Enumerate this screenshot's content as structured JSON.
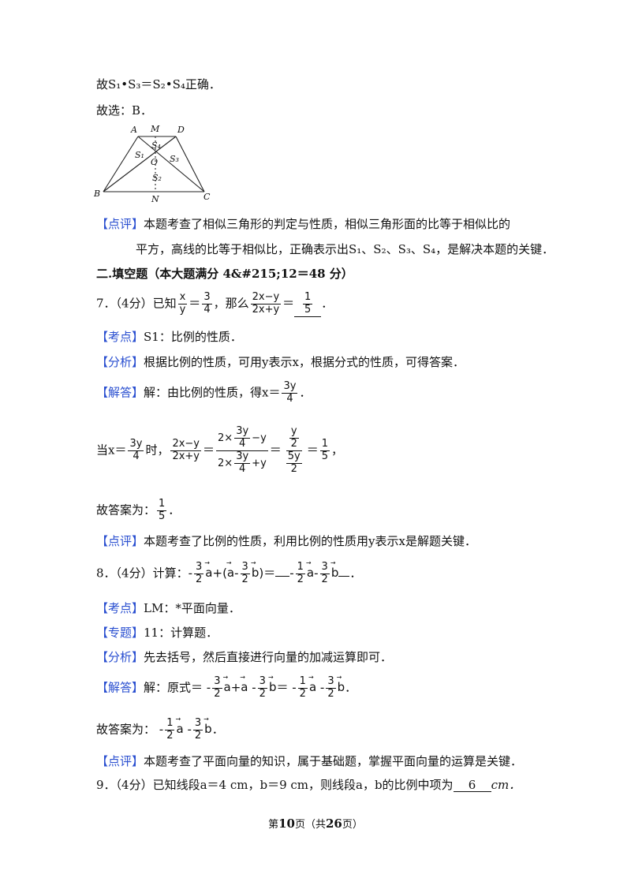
{
  "p1": {
    "text": "故S₁•S₃＝S₂•S₄正确．"
  },
  "p2": {
    "text": "故选：B．"
  },
  "figure": {
    "labels": {
      "A": "A",
      "M": "M",
      "D": "D",
      "B": "B",
      "N": "N",
      "C": "C",
      "O": "O",
      "S1": "S₁",
      "S2": "S₂",
      "S3": "S₃",
      "S4": "S₄"
    }
  },
  "dp1": {
    "tag": "【点评】",
    "l1": "本题考查了相似三角形的判定与性质，相似三角形面的比等于相似比的",
    "l2": "平方，高线的比等于相似比，正确表示出S₁、S₂、S₃、S₄，是解决本题的关键．"
  },
  "section": {
    "title": "二.填空题（本大题满分 4&#215;12＝48 分）"
  },
  "q7": {
    "num": "7．（4分）已知",
    "frac1_num": "x",
    "frac1_den": "y",
    "eq": "＝",
    "frac2_num": "3",
    "frac2_den": "4",
    "mid": "，那么",
    "frac3_num": "2x−y",
    "frac3_den": "2x+y",
    "answer_num": "1",
    "answer_den": "5",
    "end": "．",
    "kaodian_tag": "【考点】",
    "kaodian": "S1：比例的性质．",
    "fenxi_tag": "【分析】",
    "fenxi": "根据比例的性质，可用y表示x，根据分式的性质，可得答案．",
    "jieda_tag": "【解答】",
    "jieda": "解：由比例的性质，得x＝",
    "jieda_num": "3y",
    "jieda_den": "4",
    "dang": "当x＝",
    "shi": "时，",
    "big_n1": "2×",
    "big_d1": "2×",
    "big_t1": "−y",
    "big_t2": "+y",
    "s_num": "y",
    "s_num_den": "2",
    "s_den": "5y",
    "s_den_den": "2",
    "final_num": "1",
    "final_den": "5",
    "comma": "，",
    "answer_label": "故答案为：",
    "dianping_tag": "【点评】",
    "dianping": "本题考查了比例的性质，利用比例的性质用y表示x是解题关键．"
  },
  "q8": {
    "num": "8．（4分）计算：",
    "kaodian_tag": "【考点】",
    "kaodian": "LM：*平面向量．",
    "zhuanti_tag": "【专题】",
    "zhuanti": "11：计算题．",
    "fenxi_tag": "【分析】",
    "fenxi": "先去括号，然后直接进行向量的加减运算即可．",
    "jieda_tag": "【解答】",
    "jieda": "解：原式＝",
    "answer_label": "故答案为：",
    "dianping_tag": "【点评】",
    "dianping": "本题考查了平面向量的知识，属于基础题，掌握平面向量的运算是关键．"
  },
  "q9": {
    "text": "9．（4分）已知线段a＝4 cm，b＝9 cm，则线段a，b的比例中项为",
    "answer": "6",
    "unit": "cm．"
  },
  "footer": {
    "pre": "第",
    "page": "10",
    "mid": "页（共",
    "total": "26",
    "post": "页）"
  }
}
